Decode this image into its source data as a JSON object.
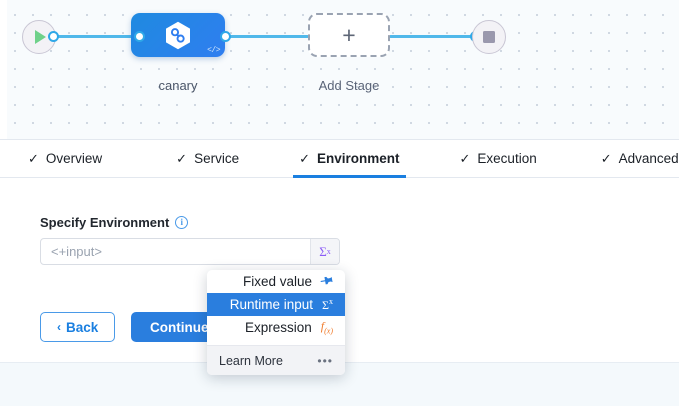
{
  "canvas": {
    "start_node": {
      "icon": "play-icon",
      "name": "start"
    },
    "stop_node": {
      "icon": "stop-icon",
      "name": "end"
    },
    "stages": [
      {
        "label": "canary",
        "icon": "hexagon-loop-icon",
        "badge": "</>",
        "type": "stage"
      },
      {
        "label": "Add Stage",
        "icon": "plus-icon",
        "type": "add"
      }
    ],
    "wire_color": "#50b8ea"
  },
  "tabs": [
    {
      "label": "Overview",
      "check": "✓",
      "active": false
    },
    {
      "label": "Service",
      "check": "✓",
      "active": false
    },
    {
      "label": "Environment",
      "check": "✓",
      "active": true
    },
    {
      "label": "Execution",
      "check": "✓",
      "active": false
    },
    {
      "label": "Advanced",
      "check": "✓",
      "active": false
    }
  ],
  "form": {
    "field_label": "Specify Environment",
    "info_glyph": "i",
    "input_value": "",
    "input_placeholder": "<+input>",
    "sigma_label": "Σ",
    "sigma_sup": "x"
  },
  "buttons": {
    "back_label": "Back",
    "back_chevron": "‹",
    "continue_label": "Continue"
  },
  "dropdown": {
    "items": [
      {
        "label": "Fixed value",
        "icon": "pin-icon",
        "glyph": "📌",
        "selected": false
      },
      {
        "label": "Runtime input",
        "icon": "sigma-x-icon",
        "glyph": "Σ",
        "glyph_sup": "x",
        "selected": true
      },
      {
        "label": "Expression",
        "icon": "fx-icon",
        "glyph": "f",
        "glyph_sup": "(x)",
        "selected": false
      }
    ],
    "footer_label": "Learn More",
    "footer_dots": "•••"
  },
  "colors": {
    "accent_blue": "#2a7ede",
    "wire_blue": "#50b8ea",
    "purple": "#8b5cf6",
    "orange": "#f07a2a",
    "green": "#6fd18a"
  }
}
